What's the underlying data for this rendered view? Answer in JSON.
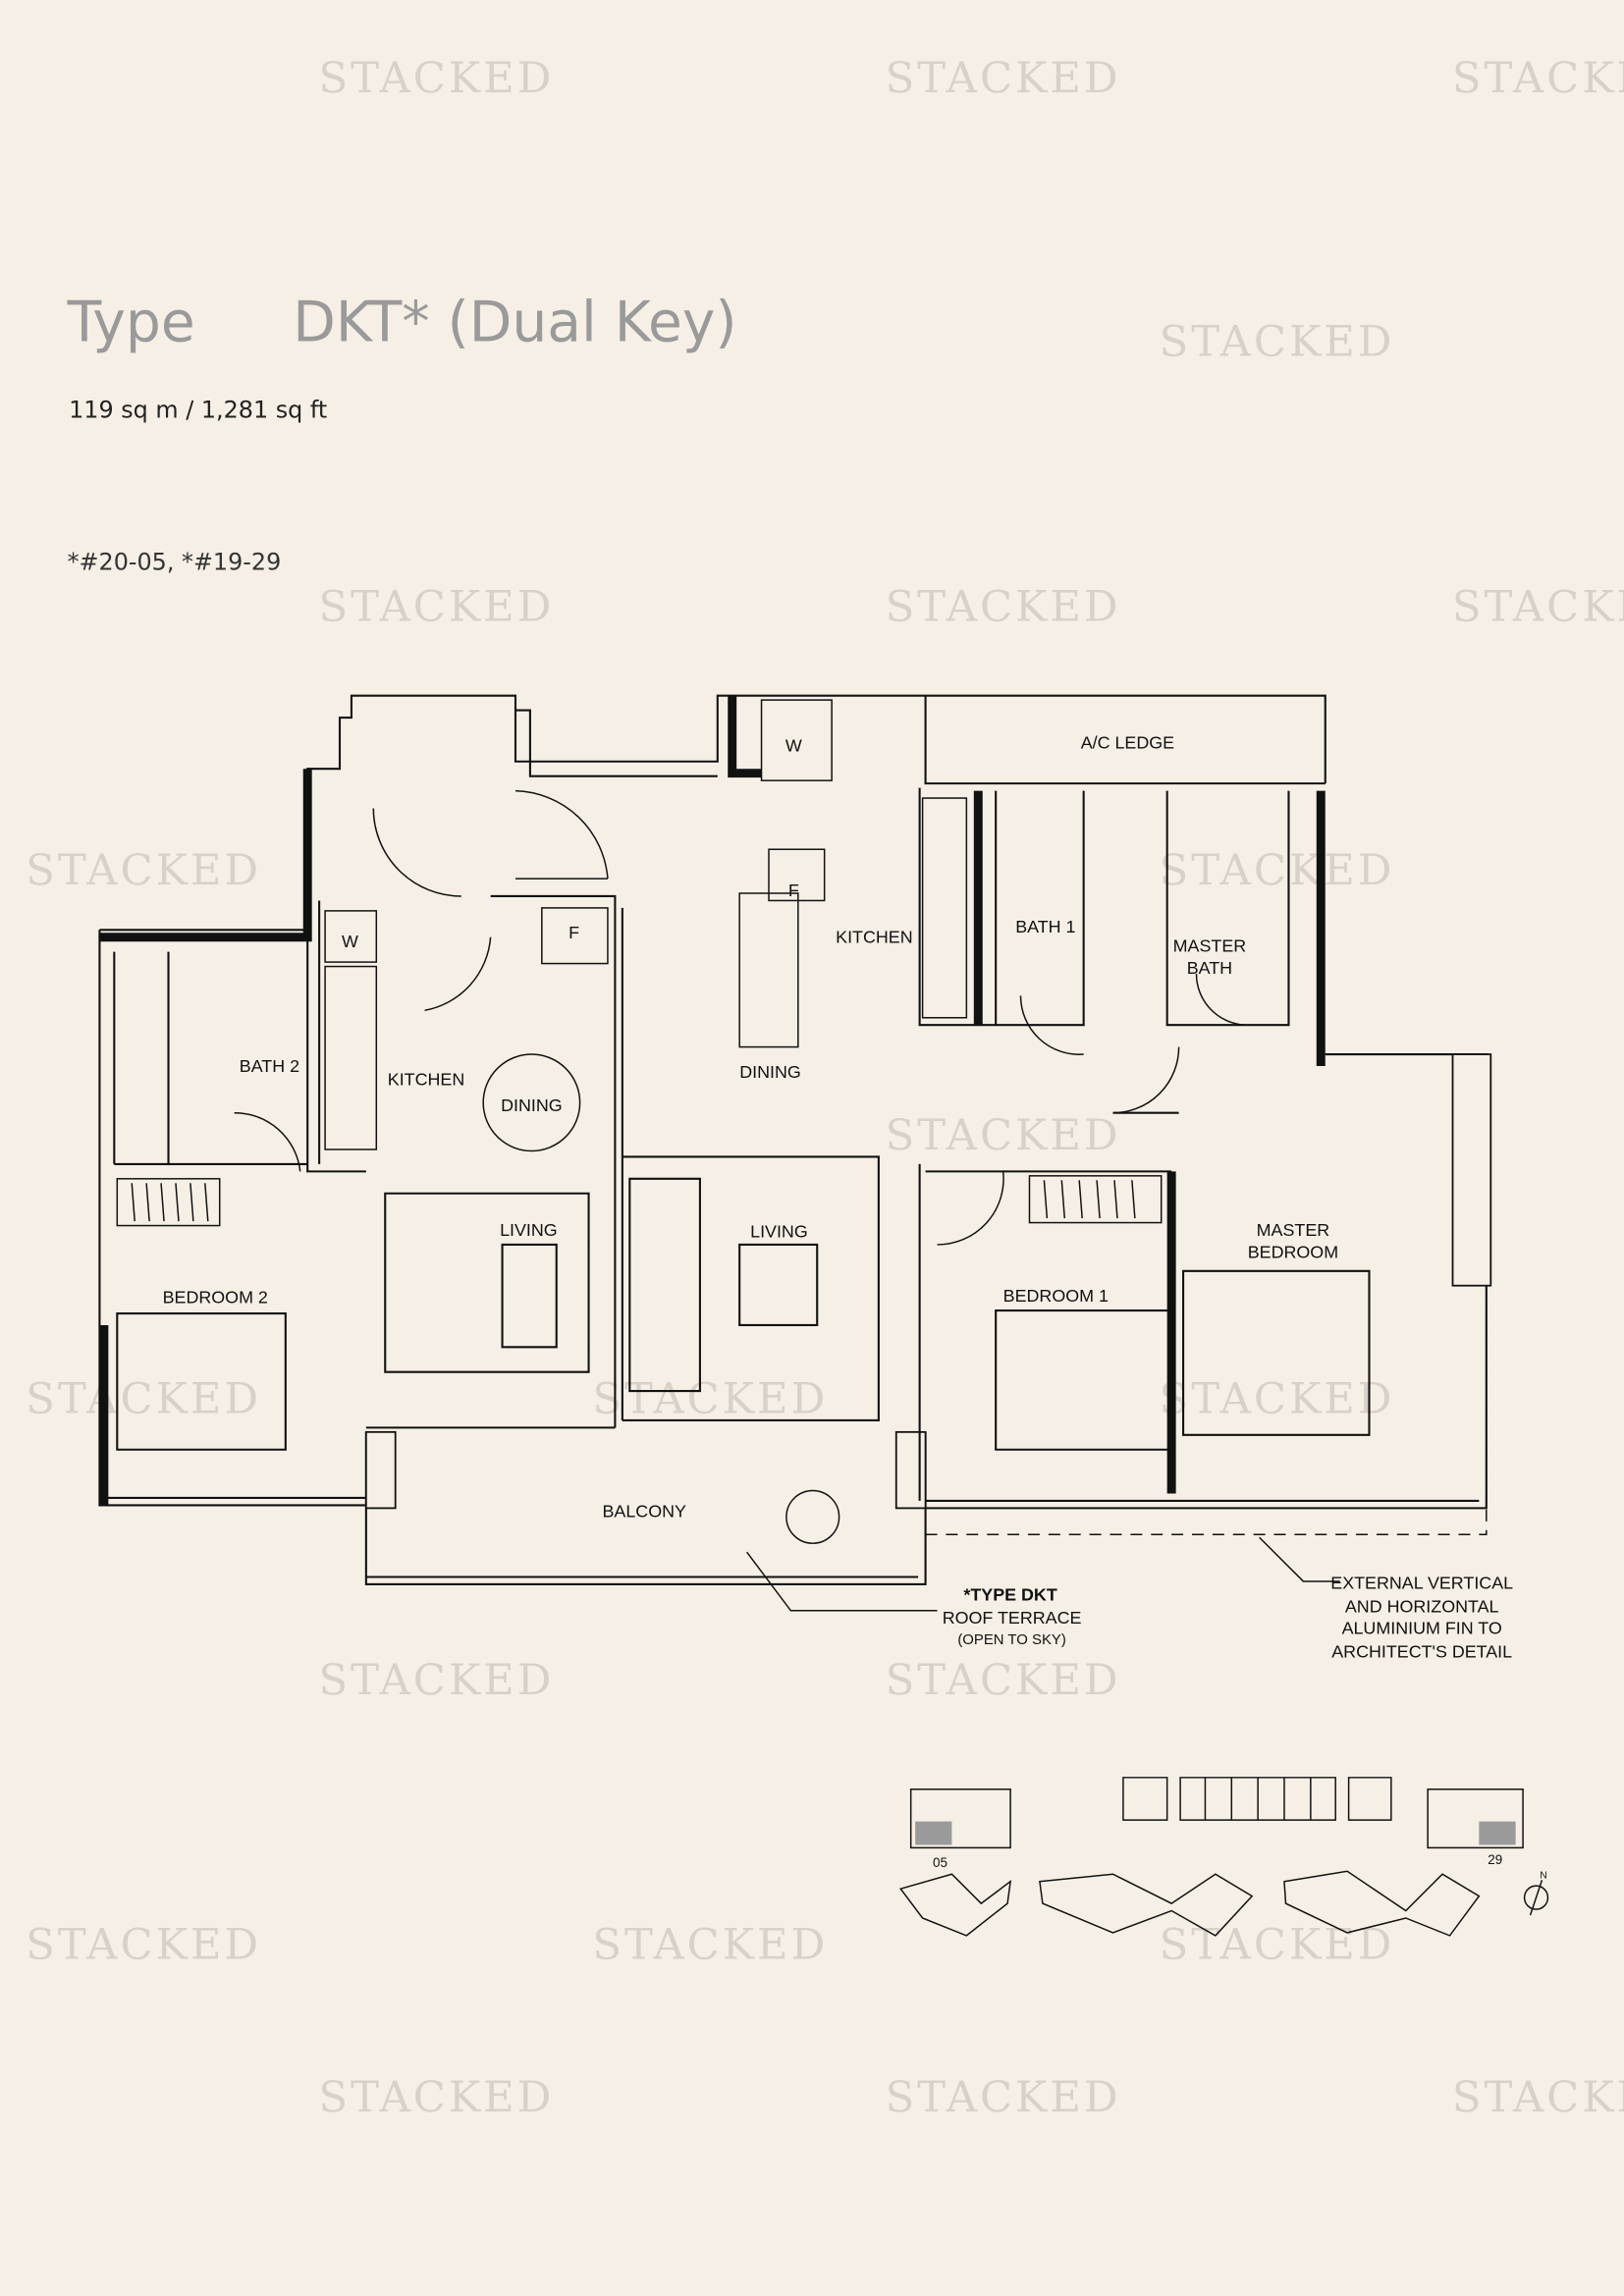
{
  "watermark": "STACKED",
  "header": {
    "type_label": "Type",
    "type_name": "DKT* (Dual Key)",
    "area": "119 sq m / 1,281 sq ft",
    "units": "*#20-05, *#19-29"
  },
  "rooms": {
    "ac_ledge": "A/C LEDGE",
    "kitchen_right": "KITCHEN",
    "dining_right": "DINING",
    "bath1": "BATH 1",
    "master_bath_1": "MASTER",
    "master_bath_2": "BATH",
    "bath2": "BATH 2",
    "kitchen_left": "KITCHEN",
    "dining_left": "DINING",
    "living_left": "LIVING",
    "living_right": "LIVING",
    "bedroom2": "BEDROOM 2",
    "bedroom1": "BEDROOM 1",
    "master_bedroom_1": "MASTER",
    "master_bedroom_2": "BEDROOM",
    "balcony": "BALCONY",
    "washer_a": "W",
    "washer_b": "W",
    "fridge_a": "F",
    "fridge_b": "F"
  },
  "notes": {
    "terrace_1": "*TYPE DKT",
    "terrace_2": "ROOF TERRACE",
    "terrace_3": "(OPEN TO SKY)",
    "fin_1": "EXTERNAL VERTICAL",
    "fin_2": "AND HORIZONTAL",
    "fin_3": "ALUMINIUM FIN TO",
    "fin_4": "ARCHITECT'S DETAIL"
  },
  "key_plan": {
    "unit_a": "05",
    "unit_b": "29",
    "north": "N",
    "highlight_color": "#9a9a9a"
  }
}
